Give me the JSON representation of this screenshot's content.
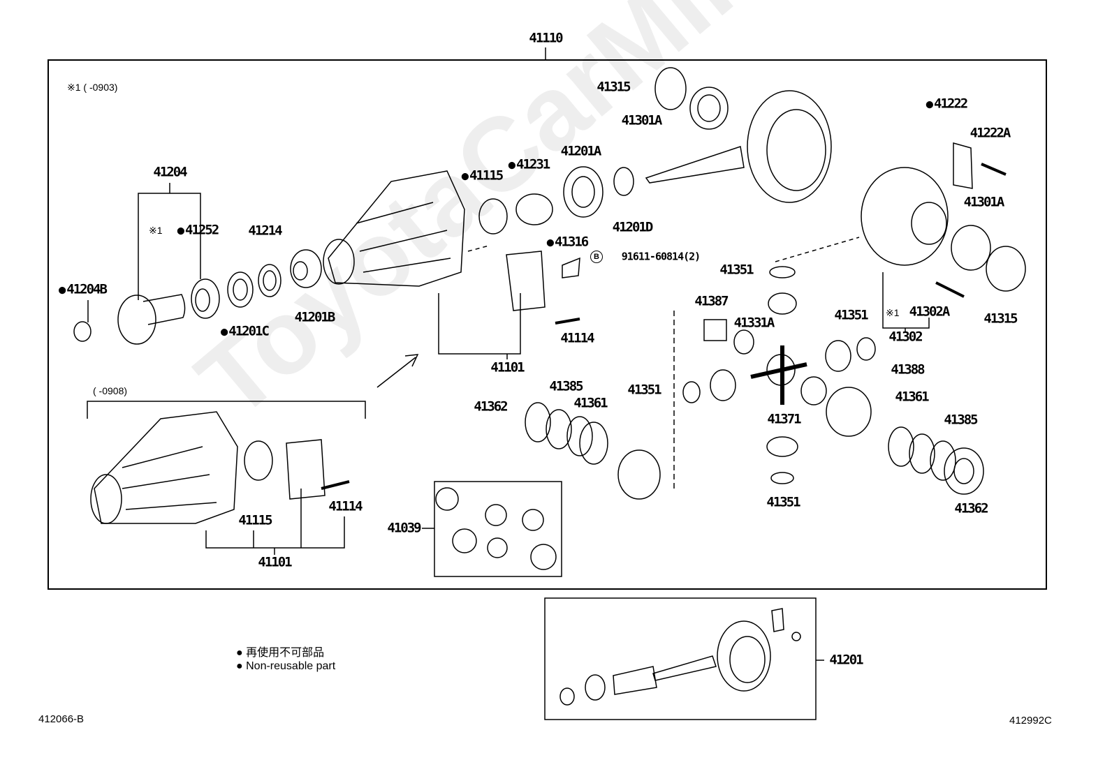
{
  "watermark": "ToyotaCarMine.ru",
  "notes": {
    "note1": "※1 (      -0903)",
    "note2": "(      -0908)"
  },
  "labels": {
    "l41110": "41110",
    "l41315a": "41315",
    "l41301Aa": "41301A",
    "l41222": "41222",
    "l41222A": "41222A",
    "l41201A": "41201A",
    "l41231": "41231",
    "l41115a": "41115",
    "l41204": "41204",
    "l41252_prefix": "※1",
    "l41252": "41252",
    "l41214": "41214",
    "l41201D": "41201D",
    "l41301Ab": "41301A",
    "l41316": "41316",
    "l91611": "91611-60814(2)",
    "l91611_badge": "B",
    "l41351a": "41351",
    "l41204B": "41204B",
    "l41201B": "41201B",
    "l41201C": "41201C",
    "l41387": "41387",
    "l41331A": "41331A",
    "l41351b": "41351",
    "l41302A_prefix": "※1",
    "l41302A": "41302A",
    "l41315b": "41315",
    "l41302": "41302",
    "l41114a": "41114",
    "l41388": "41388",
    "l41101a": "41101",
    "l41385a": "41385",
    "l41361a": "41361",
    "l41362a": "41362",
    "l41351c": "41351",
    "l41361b": "41361",
    "l41371": "41371",
    "l41385b": "41385",
    "l41351d": "41351",
    "l41362b": "41362",
    "l41115b": "41115",
    "l41114b": "41114",
    "l41101b": "41101",
    "l41039": "41039",
    "l41201": "41201"
  },
  "legend": {
    "jp": "再使用不可部品",
    "en": "Non-reusable part"
  },
  "codes": {
    "left": "412066-B",
    "right": "412992C"
  }
}
